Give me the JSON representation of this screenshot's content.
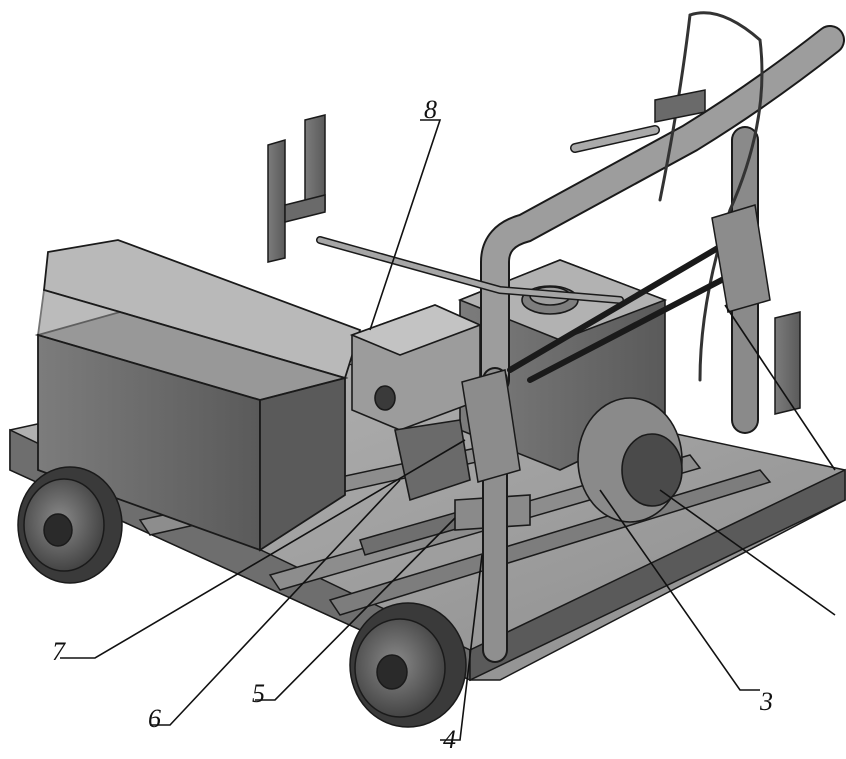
{
  "figure": {
    "callouts": [
      {
        "id": "callout-3",
        "label": "3"
      },
      {
        "id": "callout-4",
        "label": "4"
      },
      {
        "id": "callout-5",
        "label": "5"
      },
      {
        "id": "callout-6",
        "label": "6"
      },
      {
        "id": "callout-7",
        "label": "7"
      },
      {
        "id": "callout-8",
        "label": "8"
      }
    ],
    "colors": {
      "frame_light": "#9a9a9a",
      "frame_mid": "#7a7a7a",
      "frame_dark": "#4e4e4e",
      "wheel": "#5a5a5a",
      "edge": "#1a1a1a",
      "paper": "#ffffff"
    }
  }
}
